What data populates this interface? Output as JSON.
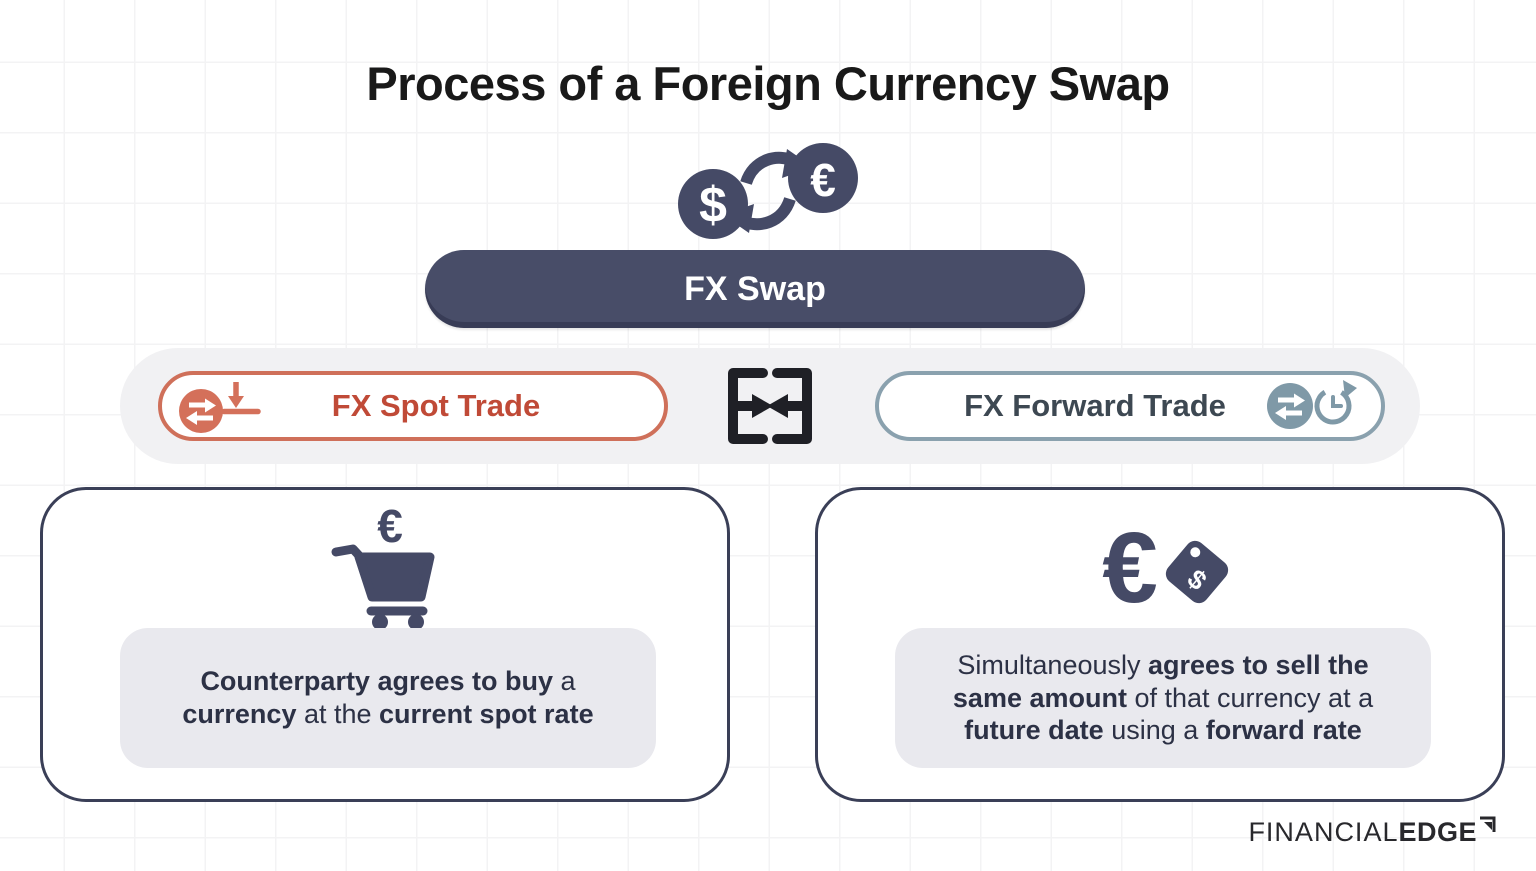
{
  "title": "Process of a Foreign Currency Swap",
  "flow": {
    "root": {
      "label": "FX Swap"
    },
    "spot": {
      "label": "FX Spot Trade"
    },
    "forward": {
      "label": "FX Forward Trade"
    }
  },
  "cards": {
    "spot": {
      "segments": [
        {
          "text": "Counterparty agrees to buy",
          "bold": true
        },
        {
          "text": " a ",
          "bold": false
        },
        {
          "text": "currency",
          "bold": true
        },
        {
          "text": " at the ",
          "bold": false
        },
        {
          "text": "current spot rate",
          "bold": true
        }
      ]
    },
    "forward": {
      "segments": [
        {
          "text": "Simultaneously ",
          "bold": false
        },
        {
          "text": "agrees to sell the same amount",
          "bold": true
        },
        {
          "text": " of that currency at a ",
          "bold": false
        },
        {
          "text": "future date",
          "bold": true
        },
        {
          "text": " using a ",
          "bold": false
        },
        {
          "text": "forward rate",
          "bold": true
        }
      ]
    }
  },
  "symbols": {
    "dollar": "$",
    "euro": "€",
    "cart_euro": "€",
    "tag_euro": "€",
    "tag_dollar": "$"
  },
  "icons": {
    "header": "dollar-euro-swap-icon",
    "spot": "exchange-spot-settlement-icon",
    "center": "two-way-exchange-icon",
    "forward": "exchange-clock-icon",
    "buy": "euro-shopping-cart-icon",
    "sell": "euro-price-tag-icon"
  },
  "logo": {
    "first": "FINANCIAL",
    "second": "EDGE"
  },
  "colors": {
    "navy": "#484d68",
    "icon_navy": "#454a66",
    "card_border": "#3a3f57",
    "orange": "#cf705a",
    "orange_text": "#c04a37",
    "blue_gray": "#7f99a7",
    "blue_gray_text": "#3d4852",
    "band_gray": "#f1f1f3",
    "box_gray": "#e9e9ee",
    "ink": "#1f2026",
    "title_ink": "#191919"
  }
}
